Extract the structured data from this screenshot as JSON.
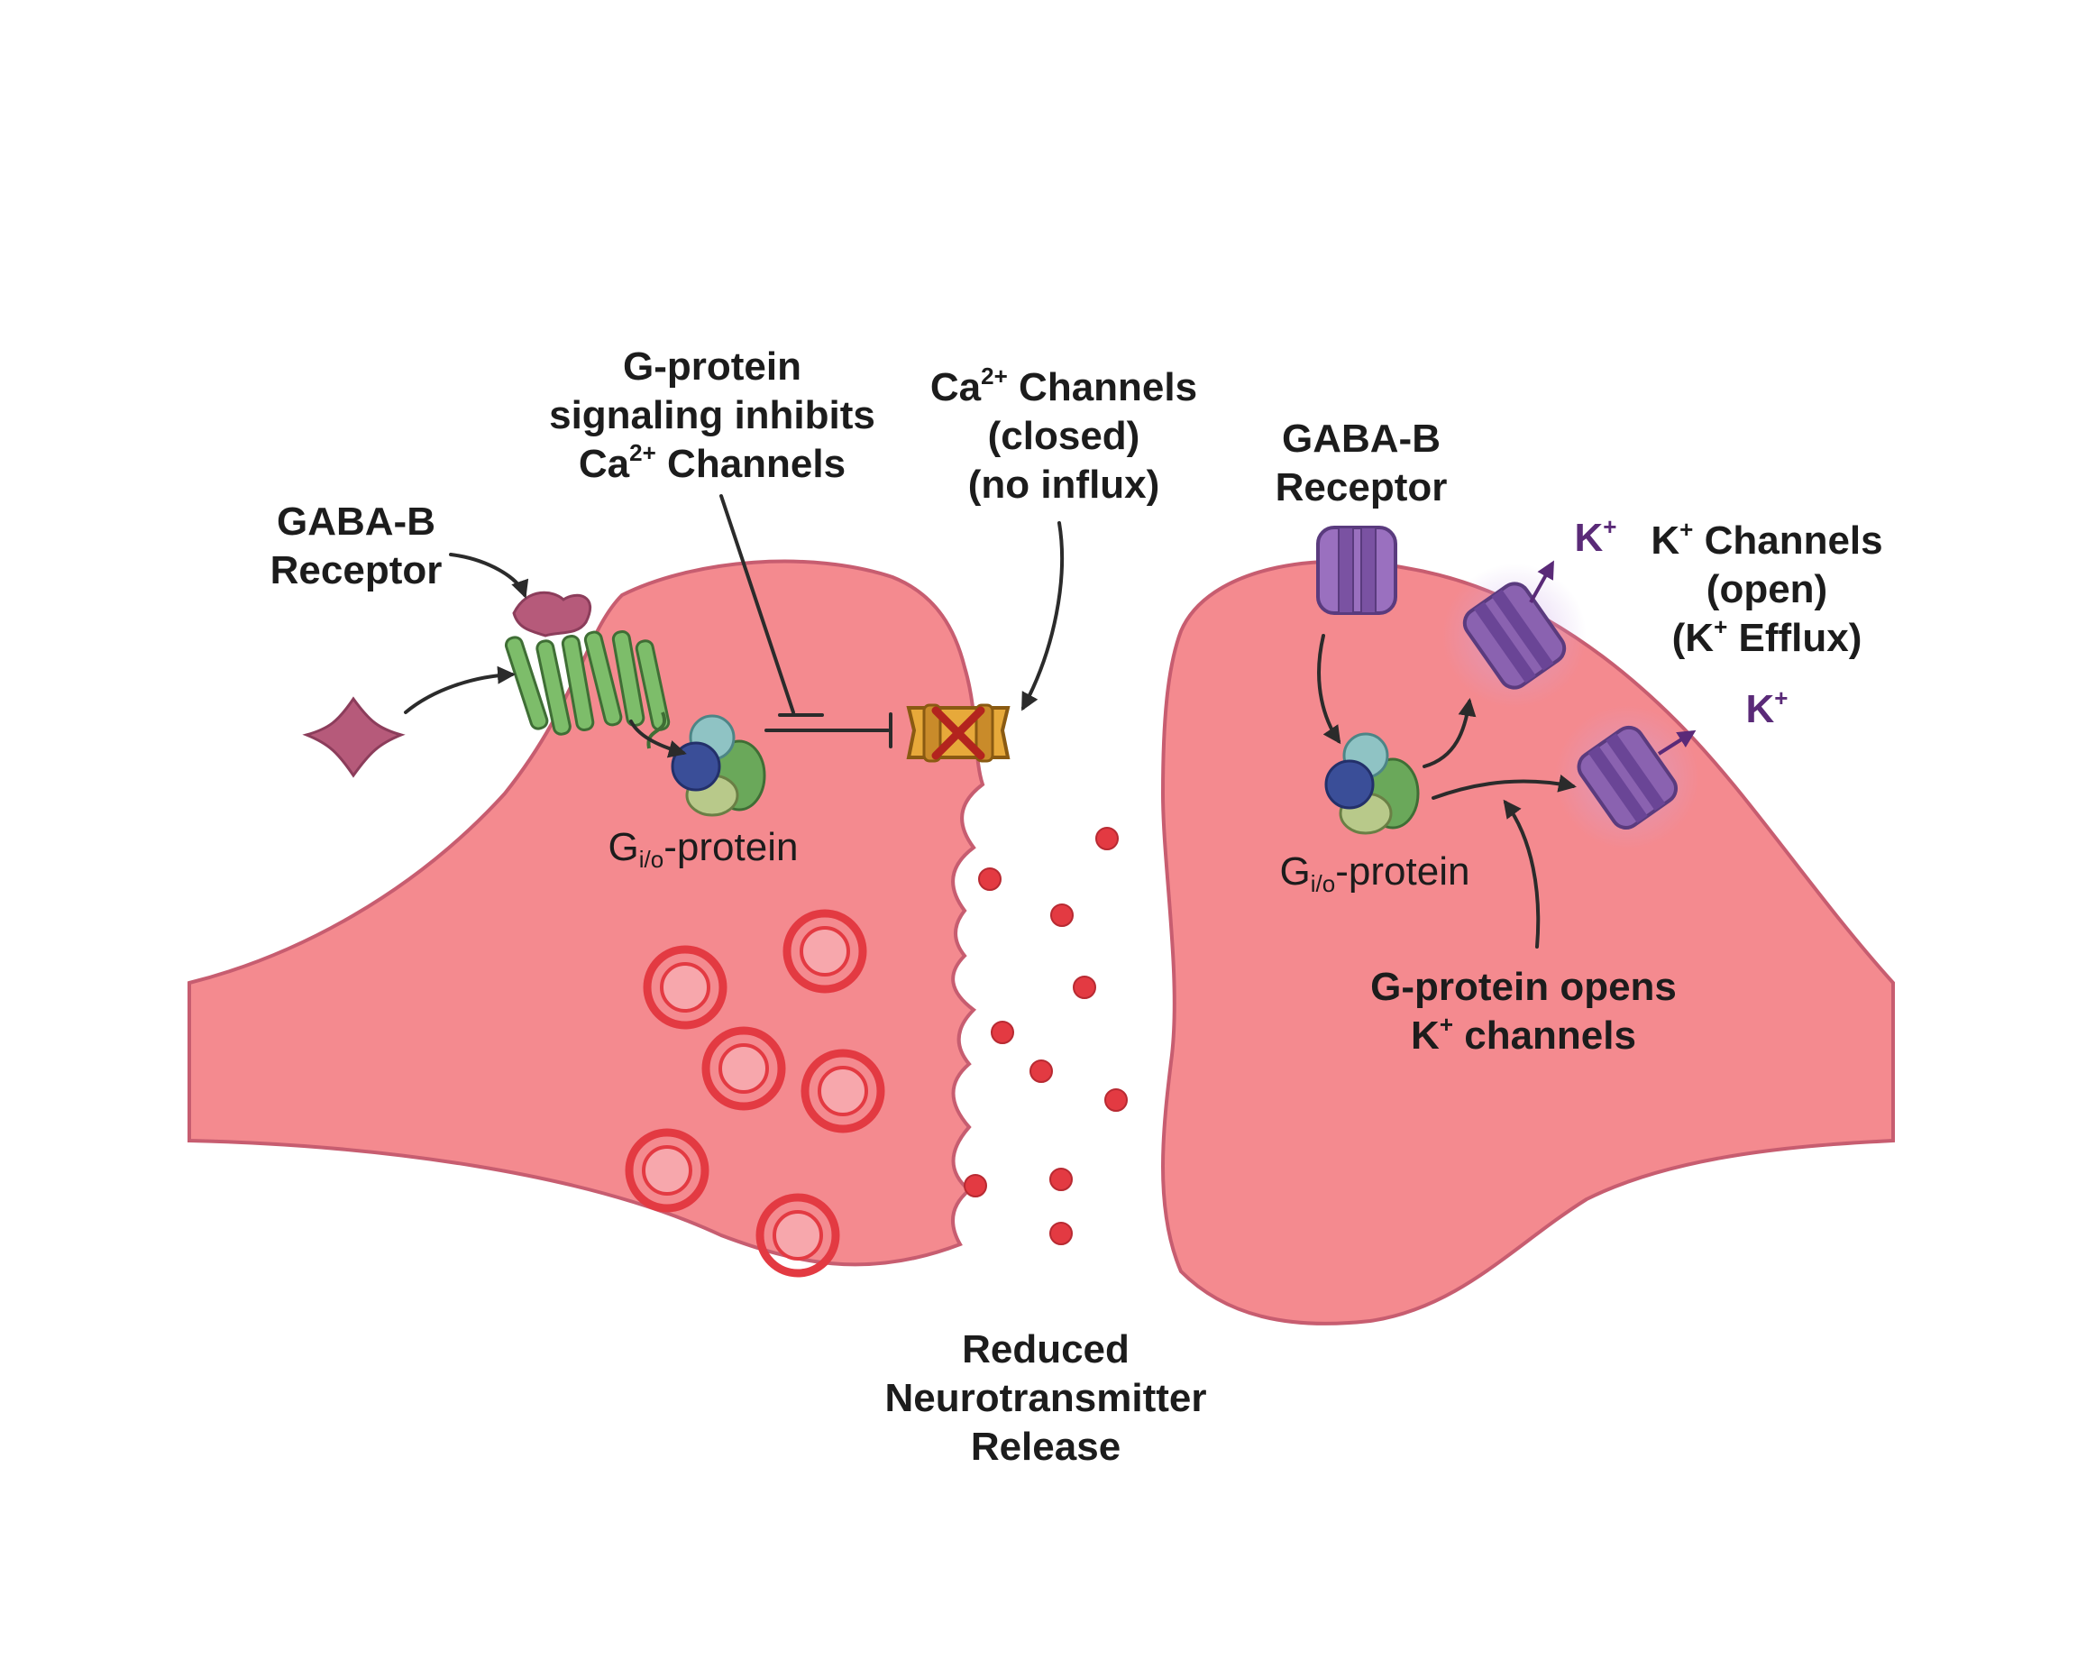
{
  "colors": {
    "cell_fill": "#f48a8f",
    "cell_stroke": "#c75d70",
    "vesicle": "#e33a42",
    "receptor_green": "#6aa85a",
    "ligand": "#b65a7a",
    "k_channel": "#8a62b0",
    "ca_channel": "#e7a93a",
    "k_ion_text": "#5a2a78"
  },
  "icons": [
    "gaba-b-receptor-icon",
    "gaba-ligand-icon",
    "g-protein-icon",
    "ca-channel-blocked-icon",
    "k-channel-icon",
    "synaptic-vesicle-icon",
    "neurotransmitter-dot-icon"
  ],
  "labels": {
    "pre_receptor": [
      "GABA-B",
      "Receptor"
    ],
    "inhibit": [
      "G-protein",
      "signaling inhibits"
    ],
    "inhibit_line3": {
      "base": "Ca",
      "sup": "2+",
      "rest": " Channels"
    },
    "ca_channel": {
      "base": "Ca",
      "sup": "2+",
      "rest": " Channels",
      "line2": "(closed)",
      "line3": "(no influx)"
    },
    "pre_gprotein": {
      "base": "G",
      "sub": "i/o",
      "rest": "-protein"
    },
    "post_receptor": [
      "GABA-B",
      "Receptor"
    ],
    "k_ion": {
      "base": "K",
      "sup": "+"
    },
    "k_channels": {
      "base": "K",
      "sup": "+",
      "rest": " Channels",
      "line2": "(open)",
      "line3_a": "(K",
      "line3_sup": "+",
      "line3_b": " Efflux)"
    },
    "post_gprotein": {
      "base": "G",
      "sub": "i/o",
      "rest": "-protein"
    },
    "opens": {
      "line1": "G-protein opens",
      "line2_base": "K",
      "line2_sup": "+",
      "line2_rest": " channels"
    },
    "release": [
      "Reduced",
      "Neurotransmitter",
      "Release"
    ]
  }
}
